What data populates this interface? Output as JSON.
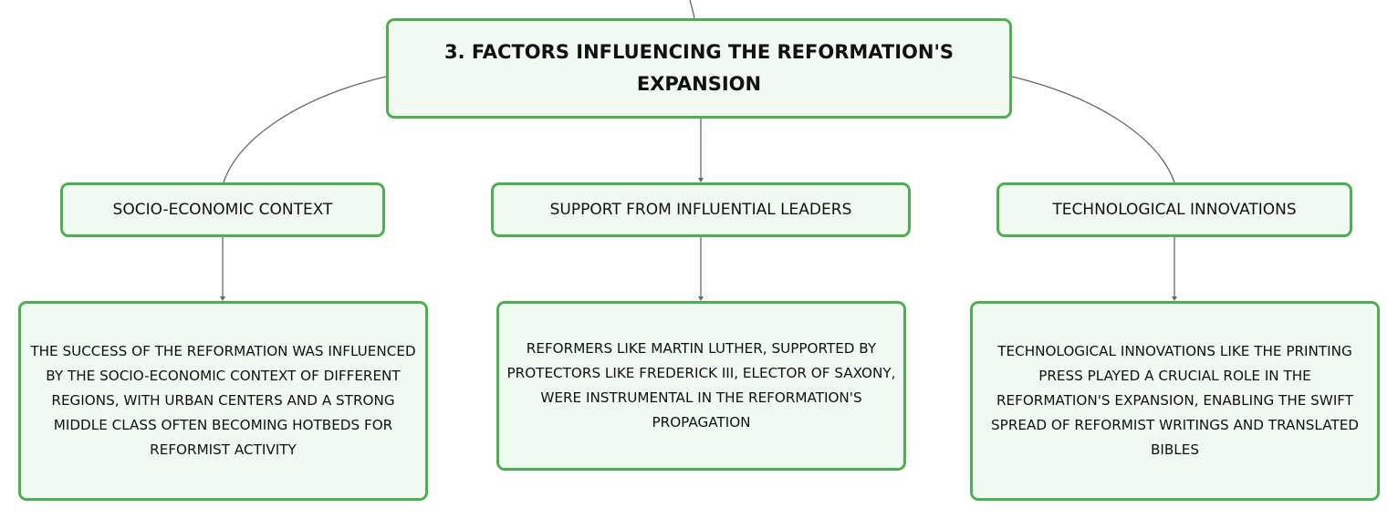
{
  "root": {
    "label": "3. FACTORS INFLUENCING THE REFORMATION'S EXPANSION"
  },
  "branches": [
    {
      "title": "SOCIO-ECONOMIC CONTEXT",
      "detail": "THE SUCCESS OF THE REFORMATION WAS INFLUENCED BY THE SOCIO-ECONOMIC CONTEXT OF DIFFERENT REGIONS, WITH URBAN CENTERS AND A STRONG MIDDLE CLASS OFTEN BECOMING HOTBEDS FOR REFORMIST ACTIVITY"
    },
    {
      "title": "SUPPORT FROM INFLUENTIAL LEADERS",
      "detail": "REFORMERS LIKE MARTIN LUTHER, SUPPORTED BY PROTECTORS LIKE FREDERICK III, ELECTOR OF SAXONY, WERE INSTRUMENTAL IN THE REFORMATION'S PROPAGATION"
    },
    {
      "title": "TECHNOLOGICAL INNOVATIONS",
      "detail": "TECHNOLOGICAL INNOVATIONS LIKE THE PRINTING PRESS PLAYED A CRUCIAL ROLE IN THE REFORMATION'S EXPANSION, ENABLING THE SWIFT SPREAD OF REFORMIST WRITINGS AND TRANSLATED BIBLES"
    }
  ],
  "colors": {
    "node_border": "#4caf50",
    "node_fill": "#f1faf2",
    "connector": "#666666",
    "text": "#111111"
  }
}
